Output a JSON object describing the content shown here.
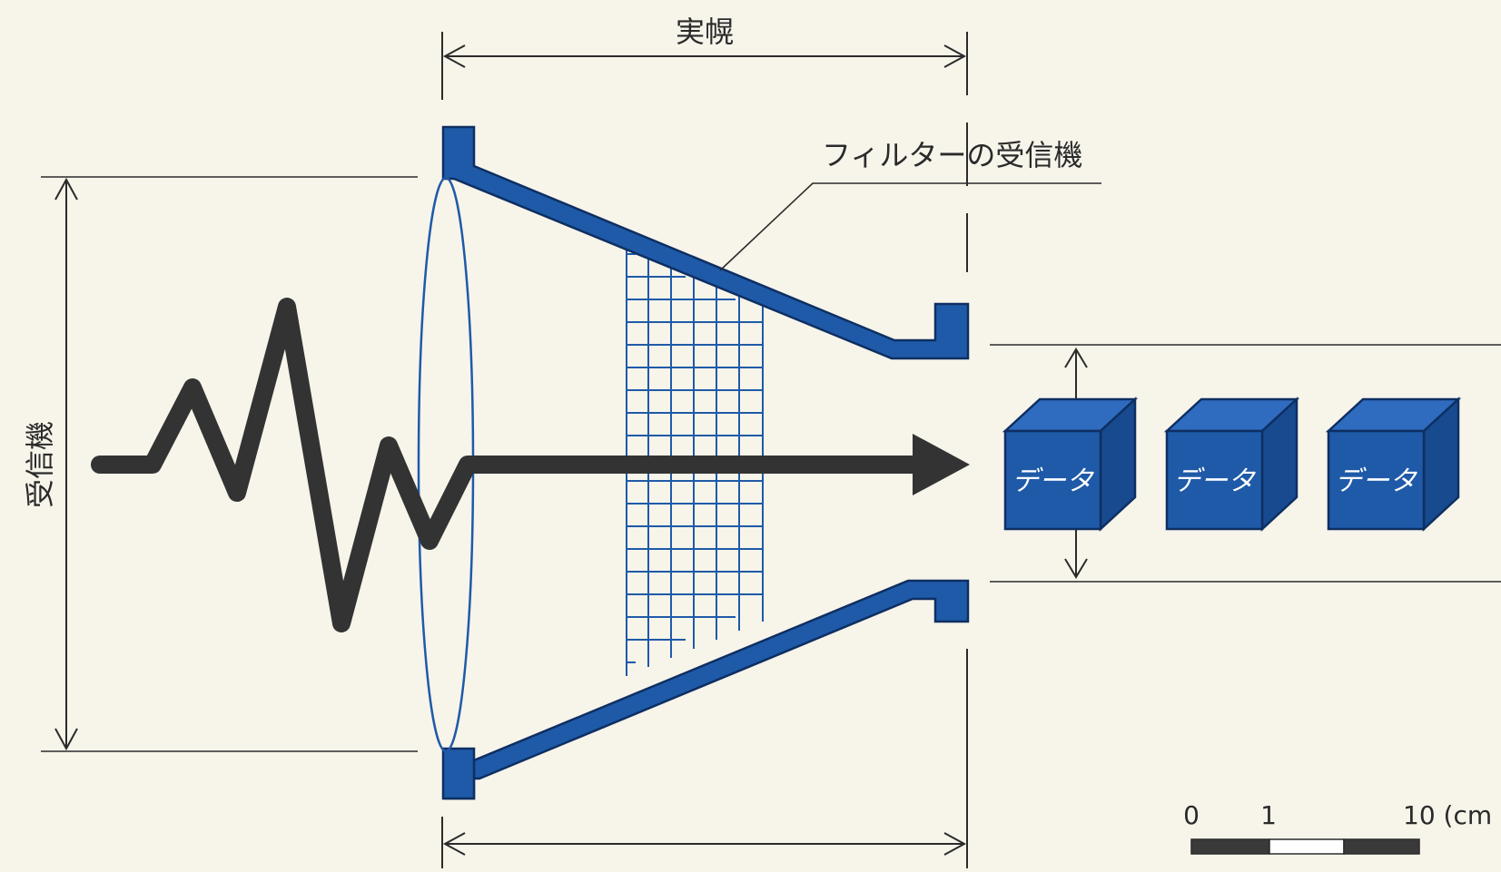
{
  "labels": {
    "top_dimension": "実幌",
    "filter_callout": "フィルターの受信機",
    "left_dimension": "受信機"
  },
  "data_blocks": [
    "データ",
    "データ",
    "データ"
  ],
  "scale_bar": {
    "tick_0": "0",
    "tick_1": "1",
    "tick_10": "10 (cm"
  },
  "colors": {
    "background": "#f7f4ea",
    "funnel_blue": "#1f5aa8",
    "line_dark": "#2b2b2b"
  }
}
